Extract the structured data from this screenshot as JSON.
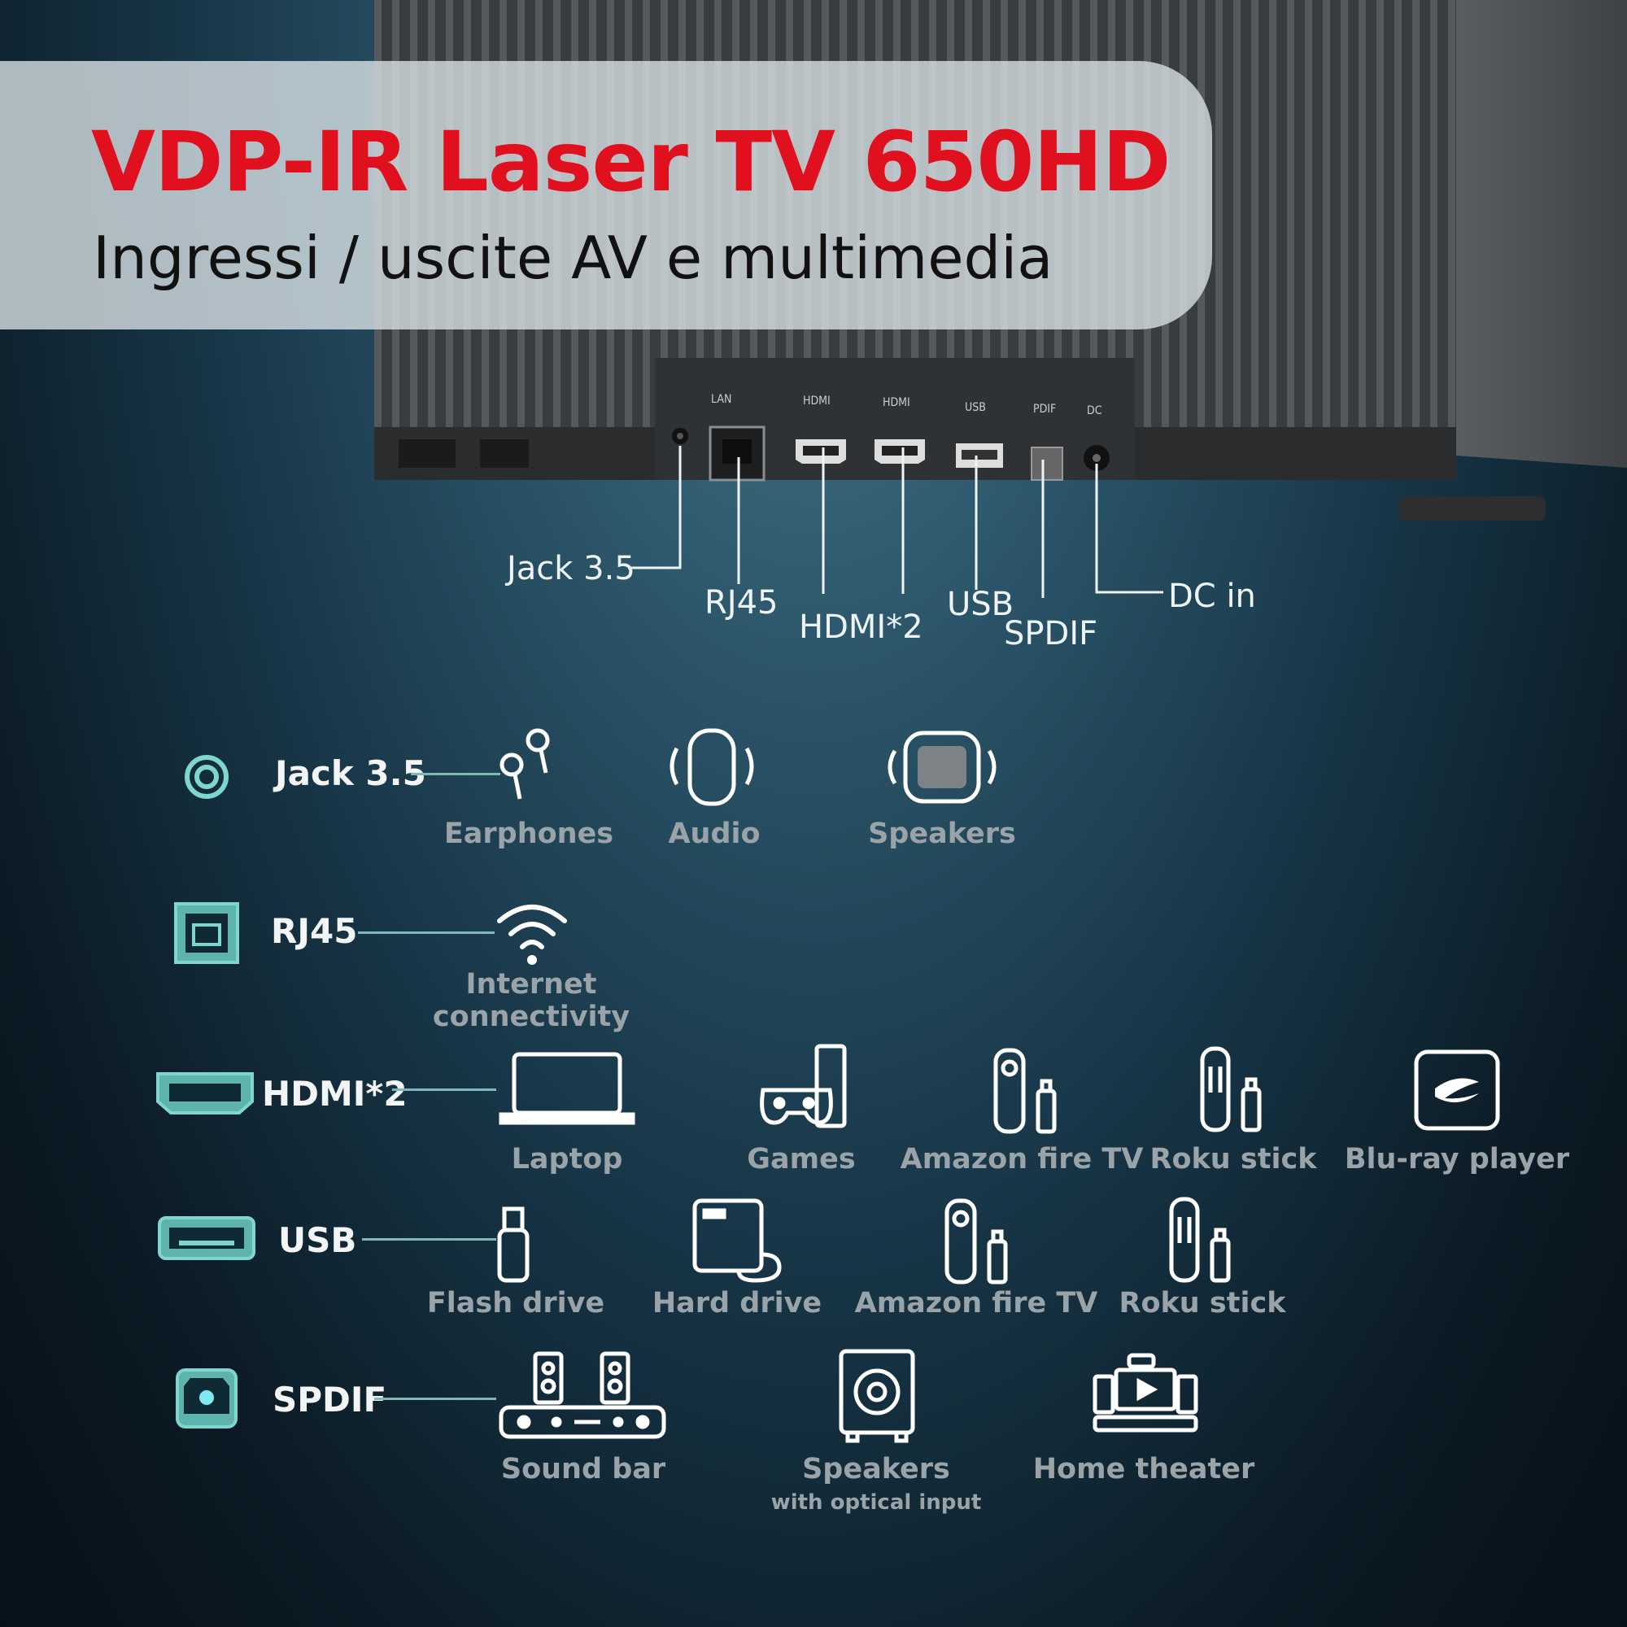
{
  "header": {
    "title": "VDP-IR Laser TV 650HD",
    "subtitle": "Ingressi / uscite AV e multimedia"
  },
  "projector_ports": {
    "labels": [
      "LAN",
      "HDMI",
      "HDMI",
      "USB",
      "PDIF",
      "DC"
    ]
  },
  "callouts": {
    "jack": "Jack 3.5",
    "rj45": "RJ45",
    "hdmi": "HDMI*2",
    "usb": "USB",
    "spdif": "SPDIF",
    "dc": "DC in"
  },
  "rows": {
    "jack": {
      "label": "Jack 3.5",
      "devices": [
        "Earphones",
        "Audio",
        "Speakers"
      ]
    },
    "rj45": {
      "label": "RJ45",
      "device_line1": "Internet",
      "device_line2": "connectivity"
    },
    "hdmi": {
      "label": "HDMI*2",
      "devices": [
        "Laptop",
        "Games",
        "Amazon fire TV",
        "Roku stick",
        "Blu-ray player"
      ]
    },
    "usb": {
      "label": "USB",
      "devices": [
        "Flash drive",
        "Hard drive",
        "Amazon fire TV",
        "Roku stick"
      ]
    },
    "spdif": {
      "label": "SPDIF",
      "devices": [
        "Sound bar",
        "Speakers",
        "Home theater"
      ],
      "speakers_sub": "with optical input"
    }
  },
  "colors": {
    "title_red": "#e0101e",
    "accent_teal": "#7fd6cf",
    "icon_white": "#ffffff",
    "device_grey": "#9aa3a8"
  }
}
